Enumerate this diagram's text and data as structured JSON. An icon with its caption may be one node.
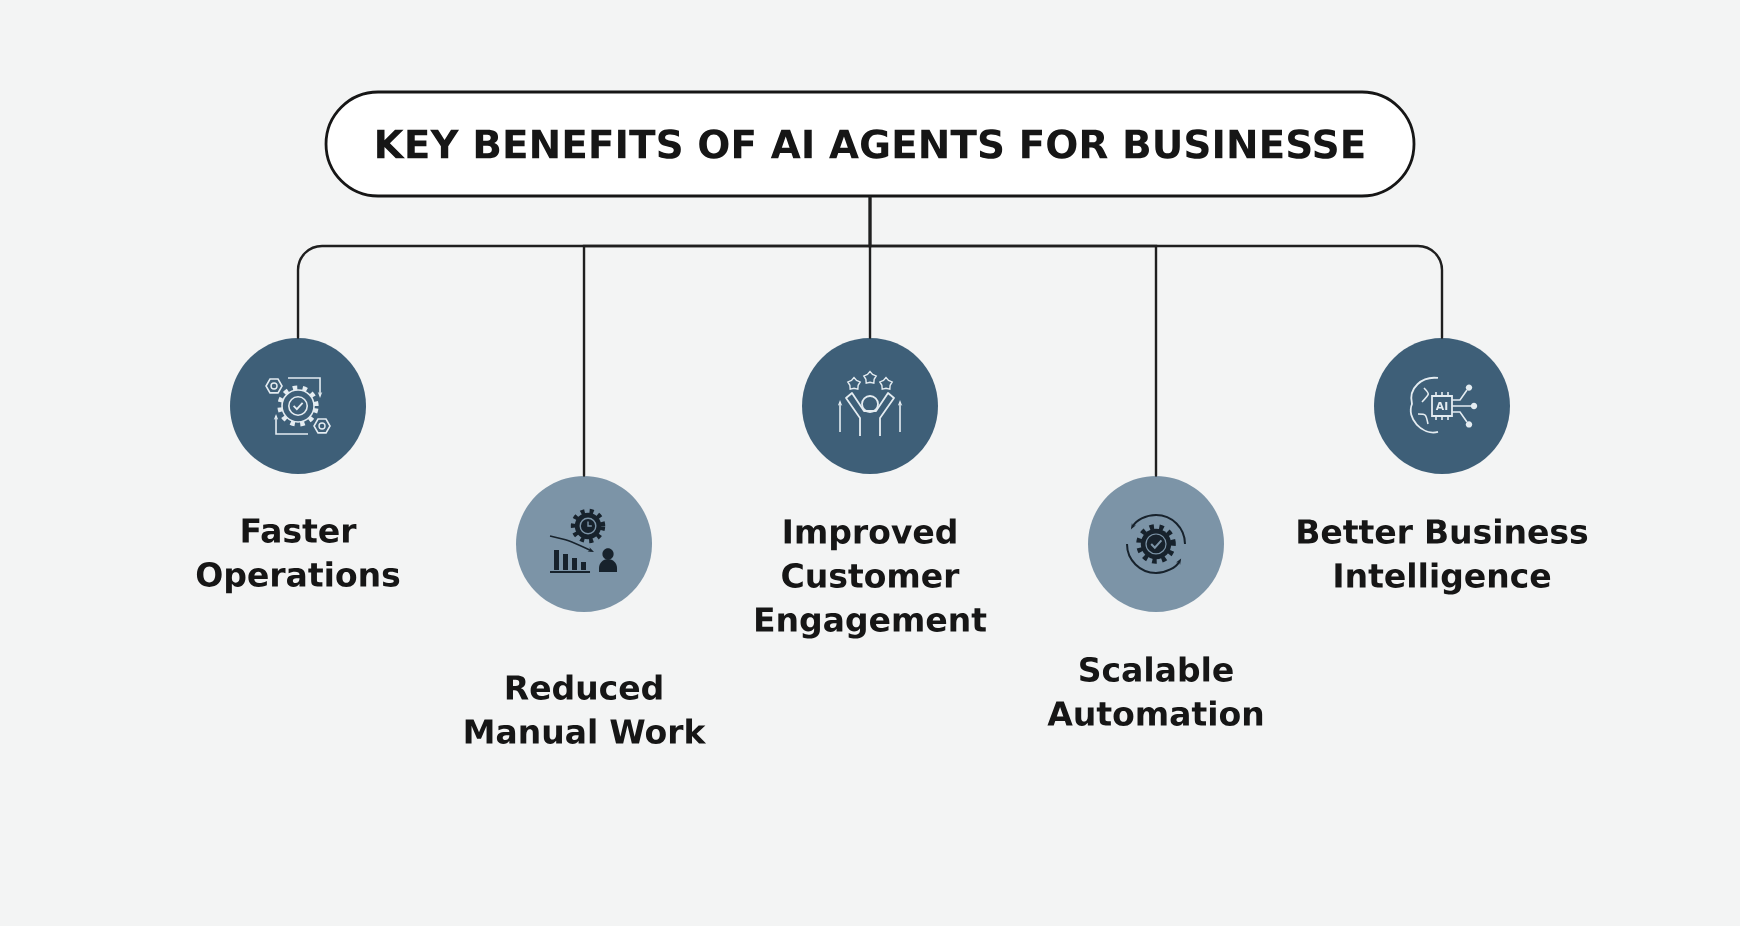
{
  "diagram": {
    "nodes": [
      {
        "text": [
          "KEY BENEFITS OF AI AGENTS FOR BUSINESSE"
        ]
      },
      {
        "text": [
          "Faster Operations"
        ]
      },
      {
        "text": [
          "Reduced Manual Work"
        ]
      },
      {
        "text": [
          "Improved Customer Engagement"
        ]
      },
      {
        "text": [
          "Scalable Automation"
        ]
      },
      {
        "text": [
          "Better Business Intelligence"
        ]
      }
    ],
    "edges": [
      {
        "from": 0,
        "to": 1,
        "arrow": "none"
      },
      {
        "from": 0,
        "to": 2,
        "arrow": "none"
      },
      {
        "from": 0,
        "to": 3,
        "arrow": "none"
      },
      {
        "from": 0,
        "to": 4,
        "arrow": "none"
      },
      {
        "from": 0,
        "to": 5,
        "arrow": "none"
      }
    ],
    "labels": [
      "AI"
    ]
  }
}
